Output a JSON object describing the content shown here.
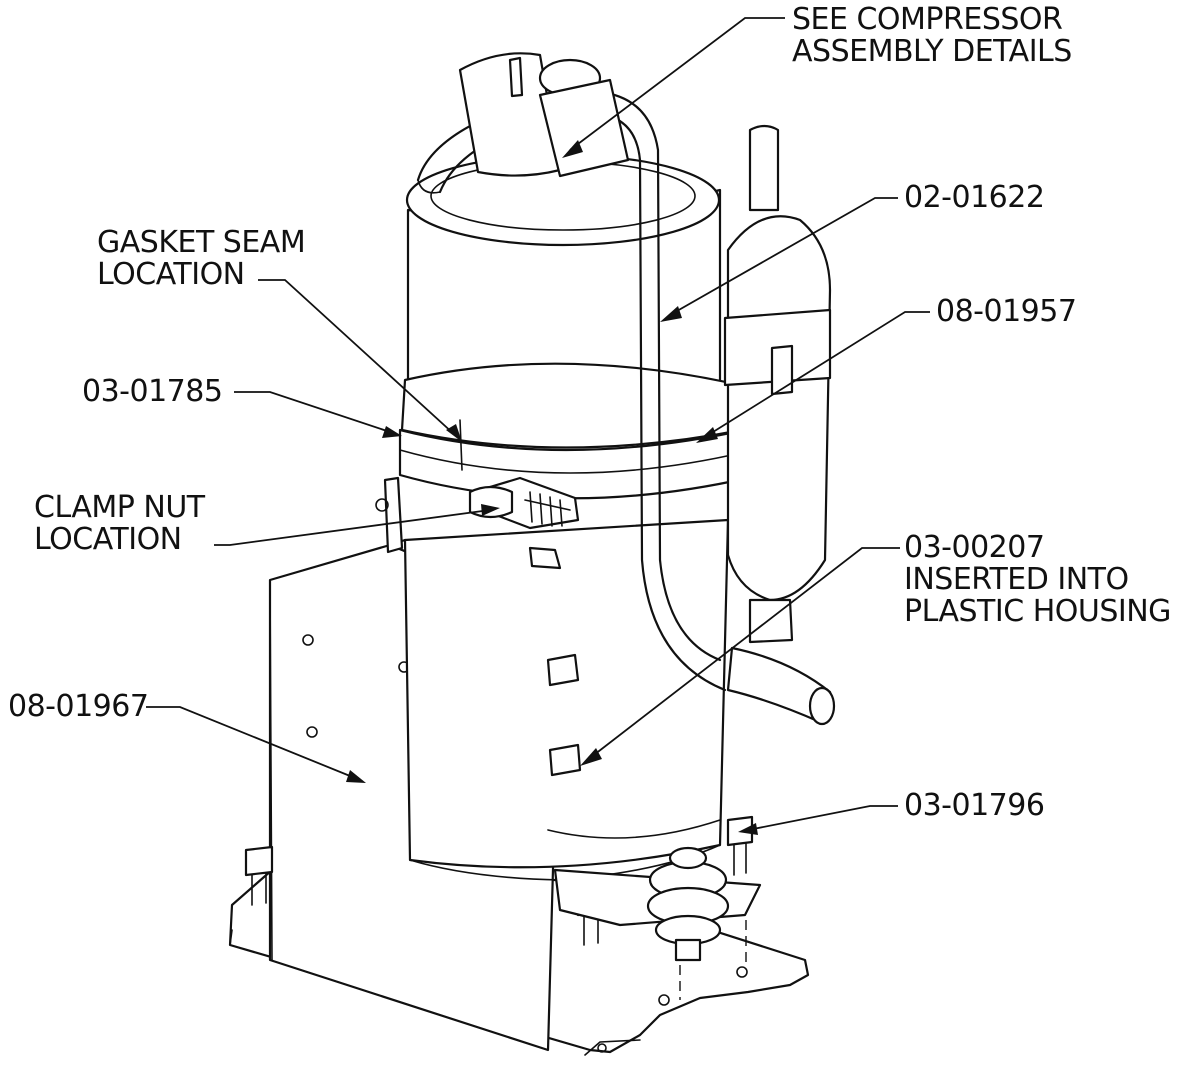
{
  "callouts": {
    "compressor_details": [
      "SEE COMPRESSOR",
      "ASSEMBLY DETAILS"
    ],
    "part_02_01622": [
      "02-01622"
    ],
    "gasket_seam": [
      "GASKET SEAM",
      "LOCATION"
    ],
    "part_08_01957": [
      "08-01957"
    ],
    "part_03_01785": [
      "03-01785"
    ],
    "clamp_nut": [
      "CLAMP NUT",
      "LOCATION"
    ],
    "part_03_00207": [
      "03-00207",
      "INSERTED INTO",
      "PLASTIC HOUSING"
    ],
    "part_08_01967": [
      "08-01967"
    ],
    "part_03_01796": [
      "03-01796"
    ]
  }
}
